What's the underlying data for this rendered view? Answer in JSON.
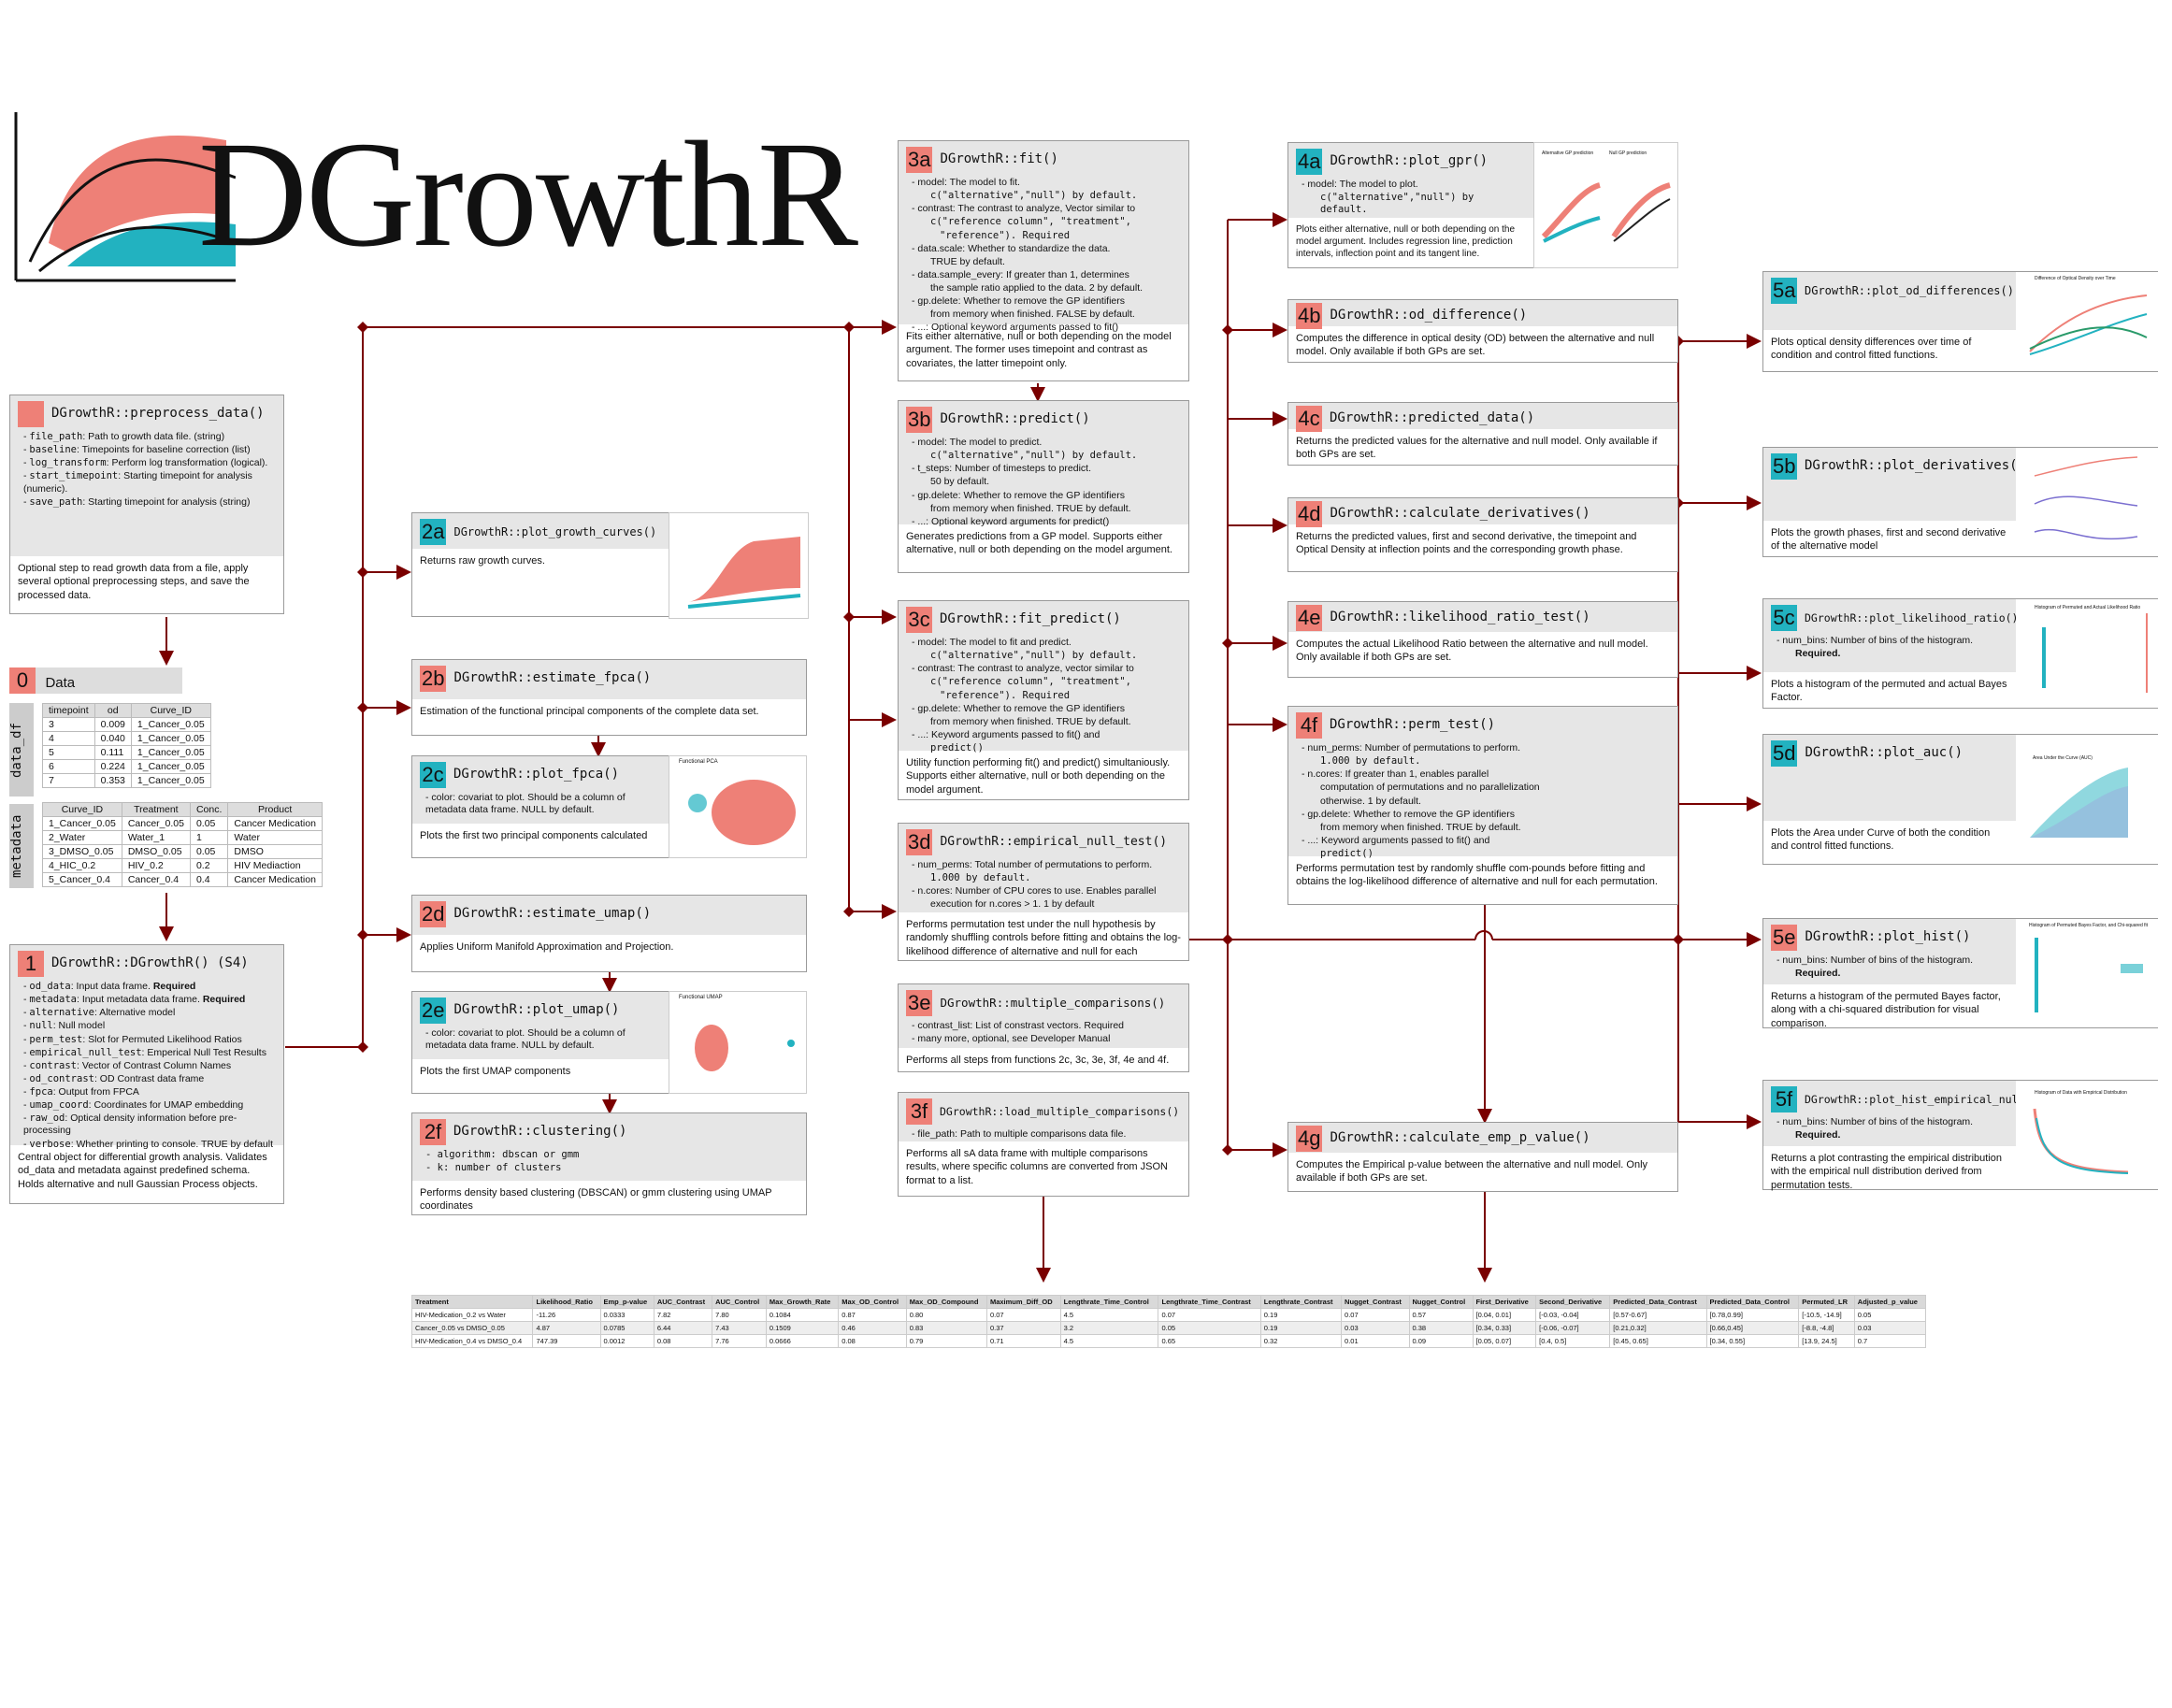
{
  "logo": {
    "text": "DGrowthR"
  },
  "colors": {
    "red": "#ee8077",
    "teal": "#22b2c0",
    "arrow": "#7a0000"
  },
  "step0": {
    "badge": "0",
    "title": "Data",
    "od_label": "data_df",
    "meta_label": "metadata",
    "od_headers": [
      "timepoint",
      "od",
      "Curve_ID"
    ],
    "od_rows": [
      [
        "3",
        "0.009",
        "1_Cancer_0.05"
      ],
      [
        "4",
        "0.040",
        "1_Cancer_0.05"
      ],
      [
        "5",
        "0.111",
        "1_Cancer_0.05"
      ],
      [
        "6",
        "0.224",
        "1_Cancer_0.05"
      ],
      [
        "7",
        "0.353",
        "1_Cancer_0.05"
      ]
    ],
    "meta_headers": [
      "Curve_ID",
      "Treatment",
      "Conc.",
      "Product"
    ],
    "meta_rows": [
      [
        "1_Cancer_0.05",
        "Cancer_0.05",
        "0.05",
        "Cancer Medication"
      ],
      [
        "2_Water",
        "Water_1",
        "1",
        "Water"
      ],
      [
        "3_DMSO_0.05",
        "DMSO_0.05",
        "0.05",
        "DMSO"
      ],
      [
        "4_HIC_0.2",
        "HIV_0.2",
        "0.2",
        "HIV Mediaction"
      ],
      [
        "5_Cancer_0.4",
        "Cancer_0.4",
        "0.4",
        "Cancer Medication"
      ]
    ]
  },
  "pre": {
    "title": "DGrowthR::preprocess_data()",
    "params": [
      [
        "file_path",
        ": Path to growth data file. (string)"
      ],
      [
        "baseline",
        ": Timepoints for baseline correction (list)"
      ],
      [
        "log_transform",
        ": Perform log transformation (logical)."
      ],
      [
        "start_timepoint",
        ": Starting timepoint for analysis (numeric)."
      ],
      [
        "save_path",
        ": Starting timepoint for analysis (string)"
      ]
    ],
    "desc": "Optional step to read growth data from a file, apply several optional preprocessing steps, and save the processed data."
  },
  "step1": {
    "badge": "1",
    "title": "DGrowthR::DGrowthR() (S4)",
    "params": [
      [
        "od_data",
        ": Input data frame. ",
        "Required"
      ],
      [
        "metadata",
        ": Input metadata data frame. ",
        "Required"
      ],
      [
        "alternative",
        ": Alternative model",
        ""
      ],
      [
        "null",
        ": Null model",
        ""
      ],
      [
        "perm_test",
        ": Slot for Permuted Likelihood Ratios",
        ""
      ],
      [
        "empirical_null_test",
        ": Emperical Null Test Results",
        ""
      ],
      [
        "contrast",
        ": Vector of Contrast Column Names",
        ""
      ],
      [
        "od_contrast",
        ": OD Contrast data frame",
        ""
      ],
      [
        "fpca",
        ": Output from FPCA",
        ""
      ],
      [
        "umap_coord",
        ": Coordinates for UMAP embedding",
        ""
      ],
      [
        "raw_od",
        ": Optical density information before pre-processing",
        ""
      ],
      [
        "verbose",
        ": Whether printing to console. TRUE by default",
        ""
      ]
    ],
    "desc": "Central object for differential growth analysis. Validates od_data and metadata against predefined schema. Holds alternative and null Gaussian Process objects."
  },
  "s2a": {
    "badge": "2a",
    "title": "DGrowthR::plot_growth_curves()",
    "desc": "Returns raw growth curves."
  },
  "s2b": {
    "badge": "2b",
    "title": "DGrowthR::estimate_fpca()",
    "desc": "Estimation of the functional principal components of the complete data set."
  },
  "s2c": {
    "badge": "2c",
    "title": "DGrowthR::plot_fpca()",
    "p1": "- color: covariat to plot. Should be a column of metadata data frame. NULL by default.",
    "desc": "Plots the first two principal components calculated",
    "thumb_title": "Functional PCA"
  },
  "s2d": {
    "badge": "2d",
    "title": "DGrowthR::estimate_umap()",
    "desc": "Applies Uniform Manifold Approximation and Projection."
  },
  "s2e": {
    "badge": "2e",
    "title": "DGrowthR::plot_umap()",
    "p1": "- color: covariat to plot. Should be a column of metadata data frame. NULL by default.",
    "desc": "Plots the first UMAP components",
    "thumb_title": "Functional UMAP"
  },
  "s2f": {
    "badge": "2f",
    "title": "DGrowthR::clustering()",
    "p1": "- algorithm: dbscan or gmm",
    "p2": "- k: number of clusters",
    "desc": "Performs density based clustering (DBSCAN) or gmm clustering using UMAP coordinates"
  },
  "s3a": {
    "badge": "3a",
    "title": "DGrowthR::fit()",
    "lines": [
      "- model: The model to fit.",
      "c(\"alternative\",\"null\") by default.",
      "- contrast: The contrast to analyze, Vector similar to",
      "c(\"reference column\", \"treatment\",",
      "\"reference\"). Required",
      "- data.scale: Whether to standardize the data.",
      "TRUE by default.",
      "- data.sample_every: If greater than 1, determines",
      "the sample ratio applied to the data. 2 by default.",
      "- gp.delete: Whether to remove the GP identifiers",
      "from memory when finished. FALSE by default.",
      "- ...: Optional keyword arguments passed to fit()"
    ],
    "desc": "Fits either alternative, null or both depending on the model argument. The former uses timepoint and contrast as covariates, the latter timepoint only."
  },
  "s3b": {
    "badge": "3b",
    "title": "DGrowthR::predict()",
    "lines": [
      "- model: The model to predict.",
      "c(\"alternative\",\"null\") by default.",
      "- t_steps: Number of timesteps to predict.",
      "50 by default.",
      "- gp.delete: Whether to remove the GP identifiers",
      "from memory when finished. TRUE by default.",
      "- ...: Optional keyword arguments for predict()"
    ],
    "desc": "Generates predictions from a GP model. Supports either alternative, null or both depending on the model argument."
  },
  "s3c": {
    "badge": "3c",
    "title": "DGrowthR::fit_predict()",
    "lines": [
      "- model: The model to fit and predict.",
      "c(\"alternative\",\"null\") by default.",
      "- contrast: The contrast to analyze, vector similar to",
      "c(\"reference column\", \"treatment\",",
      "\"reference\"). Required",
      "- gp.delete: Whether to remove the GP identifiers",
      "from memory when finished. TRUE by default.",
      "- ...: Keyword arguments passed to fit() and",
      "predict()"
    ],
    "desc": "Utility function performing fit() and predict() simultaniously. Supports either alternative, null or both depending on the model argument."
  },
  "s3d": {
    "badge": "3d",
    "title": "DGrowthR::empirical_null_test()",
    "lines": [
      "- num_perms: Total number of permutations to perform.",
      "1.000 by default.",
      "- n.cores: Number of CPU cores to use. Enables parallel",
      "execution for n.cores > 1. 1 by default"
    ],
    "desc": "Performs permutation test under the null hypothesis by randomly shuffling controls before fitting and obtains the log-likelihood difference of alternative and null for each"
  },
  "s3e": {
    "badge": "3e",
    "title": "DGrowthR::multiple_comparisons()",
    "lines": [
      "- contrast_list: List of constrast vectors. Required",
      "- many more, optional, see Developer Manual"
    ],
    "desc": "Performs all steps from functions 2c, 3c, 3e, 3f, 4e and 4f."
  },
  "s3f": {
    "badge": "3f",
    "title": "DGrowthR::load_multiple_comparisons()",
    "lines": [
      "- file_path: Path to multiple comparisons data file."
    ],
    "desc": "Performs all sA data frame with multiple comparisons results, where specific columns are converted from JSON format to a list."
  },
  "s4a": {
    "badge": "4a",
    "title": "DGrowthR::plot_gpr()",
    "lines": [
      "- model: The model to plot.",
      "c(\"alternative\",\"null\") by default."
    ],
    "desc": "Plots either alternative, null or both depending on the model argument. Includes regression line, prediction intervals, inflection point and its tangent line.",
    "thumb_a": "Alternative GP prediction",
    "thumb_b": "Null GP prediction"
  },
  "s4b": {
    "badge": "4b",
    "title": "DGrowthR::od_difference()",
    "desc": "Computes the difference in optical desity (OD) between the alternative and null model. Only available if both GPs are set."
  },
  "s4c": {
    "badge": "4c",
    "title": "DGrowthR::predicted_data()",
    "desc": "Returns the predicted values for the alternative and null model. Only available if both GPs are set."
  },
  "s4d": {
    "badge": "4d",
    "title": "DGrowthR::calculate_derivatives()",
    "desc": "Returns the predicted values, first and second derivative, the timepoint and Optical Density at inflection points and the corresponding growth phase."
  },
  "s4e": {
    "badge": "4e",
    "title": "DGrowthR::likelihood_ratio_test()",
    "desc": "Computes the actual Likelihood Ratio between the alternative and null model. Only available if both GPs are set."
  },
  "s4f": {
    "badge": "4f",
    "title": "DGrowthR::perm_test()",
    "lines": [
      "- num_perms: Number of permutations to perform.",
      "1.000 by default.",
      "- n.cores: If greater than 1, enables parallel",
      "computation of permutations and no parallelization",
      "otherwise. 1 by default.",
      "- gp.delete: Whether to remove the GP identifiers",
      "from memory when finished. TRUE by default.",
      "- ...: Keyword arguments passed to fit() and",
      "predict()"
    ],
    "desc": "Performs permutation test by randomly shuffle com-pounds before fitting and obtains the log-likelihood difference of alternative and null for each permutation."
  },
  "s4g": {
    "badge": "4g",
    "title": "DGrowthR::calculate_emp_p_value()",
    "desc": "Computes the Empirical p-value between the alternative and null model. Only available if both GPs are set."
  },
  "s5a": {
    "badge": "5a",
    "title": "DGrowthR::plot_od_differences()",
    "desc": "Plots optical density differences over time of condition and control fitted functions.",
    "thumb": "Difference of Optical Density over Time"
  },
  "s5b": {
    "badge": "5b",
    "title": "DGrowthR::plot_derivatives()",
    "desc": "Plots the growth phases, first and second derivative of the alternative model"
  },
  "s5c": {
    "badge": "5c",
    "title": "DGrowthR::plot_likelihood_ratio()",
    "lines": [
      "- num_bins: Number of bins of the histogram.",
      "Required."
    ],
    "desc": "Plots a histogram of the permuted and actual Bayes Factor.",
    "thumb": "Histogram of Permuted and Actual Likelihood Ratio"
  },
  "s5d": {
    "badge": "5d",
    "title": "DGrowthR::plot_auc()",
    "desc": "Plots the Area under Curve of both the condition and control fitted functions.",
    "thumb": "Area Under the Curve (AUC)"
  },
  "s5e": {
    "badge": "5e",
    "title": "DGrowthR::plot_hist()",
    "lines": [
      "- num_bins: Number of bins of the histogram.",
      "Required."
    ],
    "desc": "Returns a histogram of the permuted Bayes factor, along with a chi-squared distribution for visual comparison.",
    "thumb": "Histogram of Permuted Bayes Factor, and Chi-squared fit"
  },
  "s5f": {
    "badge": "5f",
    "title": "DGrowthR::plot_hist_empirical_null()",
    "lines": [
      "- num_bins: Number of bins of the histogram.",
      "Required."
    ],
    "desc": "Returns a plot contrasting the empirical distribution with the empirical null distribution derived from permutation tests.",
    "thumb": "Histogram of Data with Empirical Distribution"
  },
  "results": {
    "headers": [
      "Treatment",
      "Likelihood_Ratio",
      "Emp_p-value",
      "AUC_Contrast",
      "AUC_Control",
      "Max_Growth_Rate",
      "Max_OD_Control",
      "Max_OD_Compound",
      "Maximum_Diff_OD",
      "Lengthrate_Time_Control",
      "Lengthrate_Time_Contrast",
      "Lengthrate_Contrast",
      "Nugget_Contrast",
      "Nugget_Control",
      "First_Derivative",
      "Second_Derivative",
      "Predicted_Data_Contrast",
      "Predicted_Data_Control",
      "Permuted_LR",
      "Adjusted_p_value"
    ],
    "rows": [
      [
        "HIV-Medication_0.2 vs Water",
        "-11.26",
        "0.0333",
        "7.82",
        "7.80",
        "0.1084",
        "0.87",
        "0.80",
        "0.07",
        "4.5",
        "0.07",
        "0.19",
        "0.07",
        "0.57",
        "[0.04, 0.01]",
        "[-0.03, -0.04]",
        "[0.57-0.67]",
        "[0.78,0.99]",
        "[-10.5, -14.9]",
        "0.05"
      ],
      [
        "Cancer_0.05 vs DMSO_0.05",
        "4.87",
        "0.0785",
        "6.44",
        "7.43",
        "0.1509",
        "0.46",
        "0.83",
        "0.37",
        "3.2",
        "0.05",
        "0.19",
        "0.03",
        "0.38",
        "[0.34, 0.33]",
        "[-0.06, -0.07]",
        "[0.21,0.32]",
        "[0.66,0.45]",
        "[-8.8, -4.8]",
        "0.03"
      ],
      [
        "HIV-Medication_0.4 vs DMSO_0.4",
        "747.39",
        "0.0012",
        "0.08",
        "7.76",
        "0.0666",
        "0.08",
        "0.79",
        "0.71",
        "4.5",
        "0.65",
        "0.32",
        "0.01",
        "0.09",
        "[0.05, 0.07]",
        "[0.4, 0.5]",
        "[0.45, 0.65]",
        "[0.34, 0.55]",
        "[13.9, 24.5]",
        "0.7"
      ]
    ]
  }
}
